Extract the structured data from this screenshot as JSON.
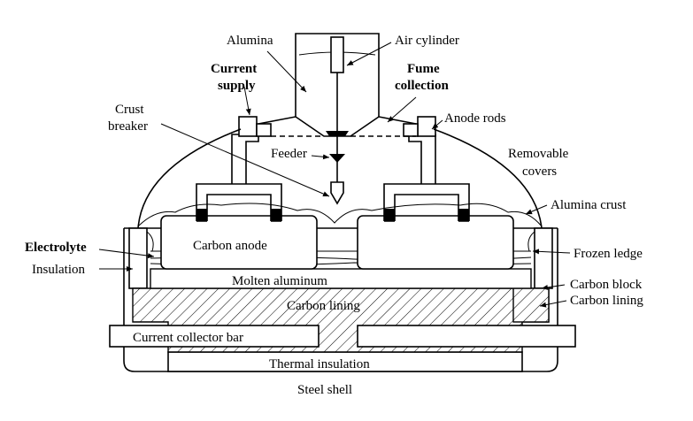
{
  "diagram": {
    "labels": {
      "alumina": "Alumina",
      "air_cylinder": "Air cylinder",
      "current_supply": "Current supply",
      "fume_collection": "Fume collection",
      "crust_breaker": "Crust breaker",
      "anode_rods": "Anode rods",
      "feeder": "Feeder",
      "removable_covers": "Removable covers",
      "alumina_crust": "Alumina crust",
      "carbon_anode": "Carbon anode",
      "electrolyte": "Electrolyte",
      "insulation": "Insulation",
      "frozen_ledge": "Frozen ledge",
      "molten_aluminum": "Molten aluminum",
      "carbon_block": "Carbon block",
      "carbon_lining_center": "Carbon lining",
      "carbon_lining_right": "Carbon lining",
      "current_collector_bar": "Current collector bar",
      "thermal_insulation": "Thermal insulation",
      "steel_shell": "Steel shell"
    },
    "label_lines": {
      "current_supply": [
        "Current",
        "supply"
      ],
      "fume_collection": [
        "Fume",
        "collection"
      ],
      "crust_breaker": [
        "Crust",
        "breaker"
      ],
      "removable_covers": [
        "Removable",
        "covers"
      ]
    }
  }
}
